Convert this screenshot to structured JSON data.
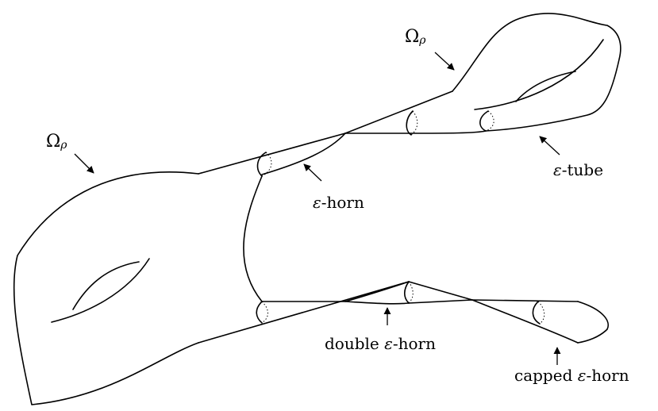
{
  "labels": {
    "omega_symbol": "Ω",
    "omega_sub": "ρ",
    "eps": "ε",
    "tube_suffix": "-tube",
    "horn_suffix": "-horn",
    "double_prefix": "double ",
    "capped_prefix": "capped "
  }
}
